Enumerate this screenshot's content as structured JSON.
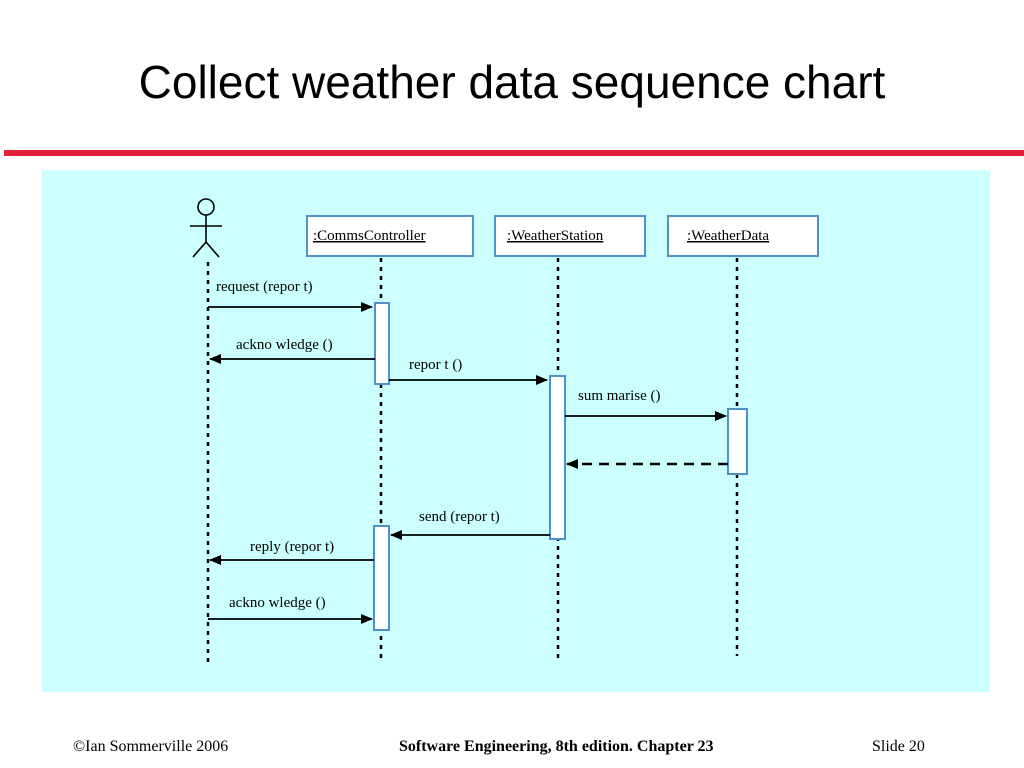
{
  "slide": {
    "title": "Collect weather data sequence chart",
    "accent_color": "#e0213a"
  },
  "diagram": {
    "background": "#ccffff",
    "border": "#4f90c8",
    "objects": [
      {
        "label": ":CommsController"
      },
      {
        "label": ":WeatherStation"
      },
      {
        "label": ":WeatherData"
      }
    ],
    "messages": [
      {
        "label": "request (repor   t)"
      },
      {
        "label": "ackno wledge ()"
      },
      {
        "label": "repor t ()"
      },
      {
        "label": "sum marise ()"
      },
      {
        "label": "send (repor   t)"
      },
      {
        "label": "reply (repor t)"
      },
      {
        "label": "ackno wledge ()"
      }
    ]
  },
  "footer": {
    "left": "©Ian Sommerville 2006",
    "center": "Software Engineering, 8th edition. Chapter 23",
    "right": "Slide  20"
  }
}
